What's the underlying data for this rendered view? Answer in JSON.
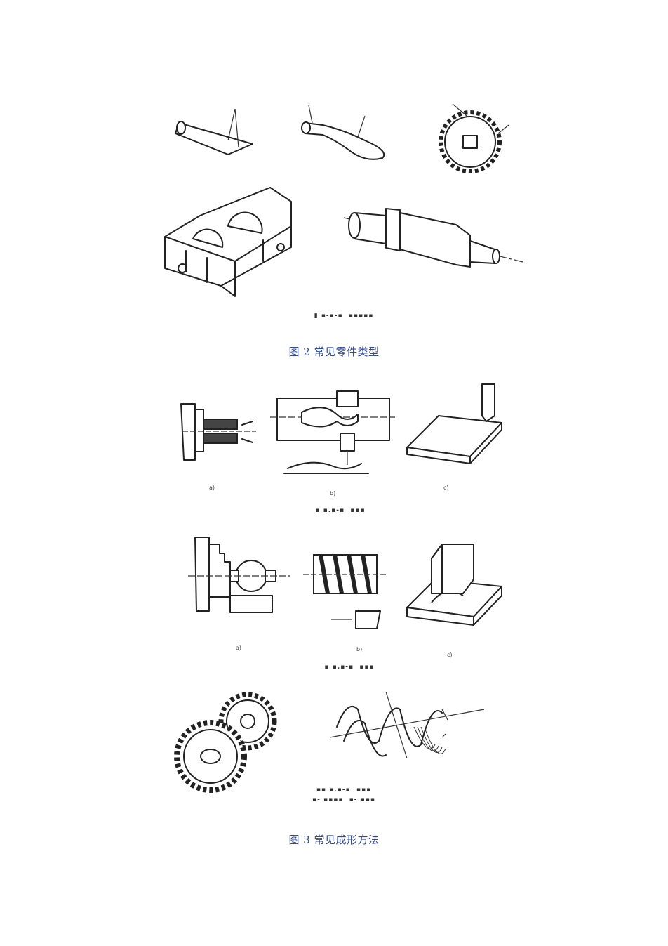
{
  "figure2": {
    "caption": "图 2  常见零件类型"
  },
  "figure3": {
    "caption": "图 3  常见成形方法"
  },
  "subfig": {
    "row2_a": "a)",
    "row2_b": "b)",
    "row2_c": "c)",
    "row3_a": "a)",
    "row3_b": "b)",
    "row3_c": "c)"
  },
  "icons": {
    "pin": "pin-part-icon",
    "handle": "handle-part-icon",
    "gear": "gear-part-icon",
    "housing": "gearbox-housing-icon",
    "shaft": "stepped-shaft-icon",
    "lathe": "lathe-turning-icon",
    "copying": "copy-turning-icon",
    "planing": "planing-icon",
    "form_turning": "form-turning-icon",
    "thread": "thread-cutting-icon",
    "form_planing": "form-planing-icon",
    "gear_pair": "gear-pair-icon",
    "hobbing": "gear-hobbing-icon"
  }
}
